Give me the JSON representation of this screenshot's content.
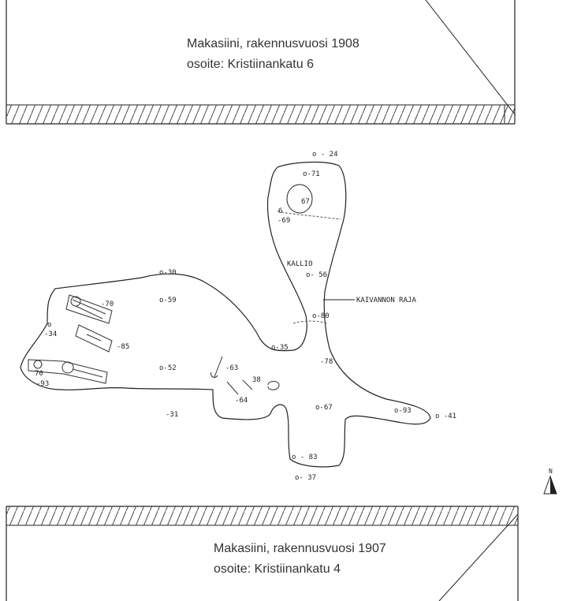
{
  "buildings": {
    "top": {
      "line1": "Makasiini, rakennusvuosi 1908",
      "line2": "osoite: Kristiinankatu 6"
    },
    "bottom": {
      "line1": "Makasiini, rakennusvuosi 1907",
      "line2": "osoite: Kristiinankatu 4"
    }
  },
  "labels": {
    "rock": "KALLIO",
    "excavation_boundary": "KAIVANNON RAJA",
    "north": "N"
  },
  "elevations": {
    "e24": "o - 24",
    "e71": "o-71",
    "e67top": "67",
    "e69a": "6",
    "e69b": "-69",
    "e56": "o- 56",
    "e30": "o-30",
    "e59": "o-59",
    "e70": "-70",
    "e34a": "o",
    "e34b": "-34",
    "e85": "-85",
    "e80": "o-80",
    "e35": "o-35",
    "e78": "-78",
    "e52": "o-52",
    "e63": "-63",
    "e38": "38",
    "e64": "-64",
    "e31": "-31",
    "e67": "o-67",
    "e93": "o-93",
    "e41": "o -41",
    "e83": "o - 83",
    "e37": "o- 37",
    "e70b": "70",
    "e93b": "-93"
  }
}
